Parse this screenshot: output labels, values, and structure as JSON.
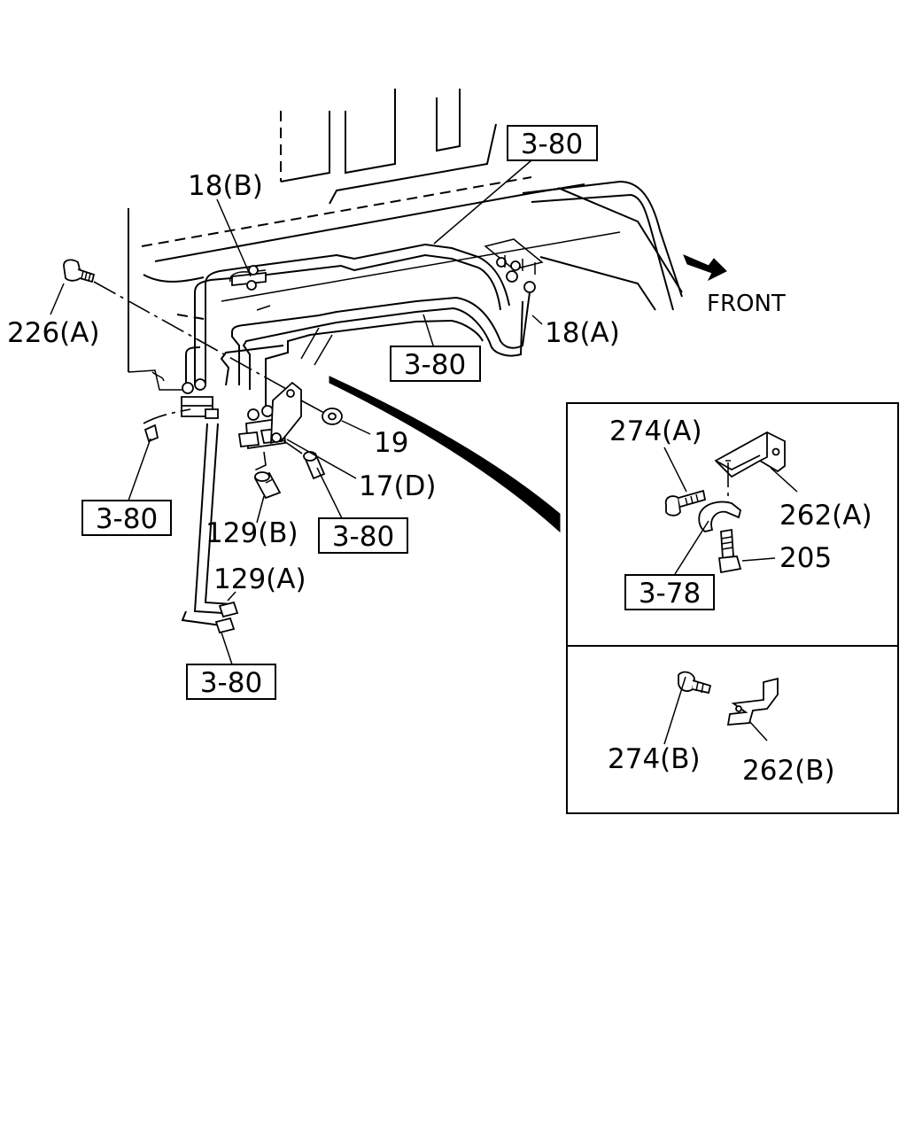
{
  "labels": {
    "l_18b": "18(B)",
    "l_226a": "226(A)",
    "l_18a": "18(A)",
    "l_19": "19",
    "l_17d": "17(D)",
    "l_129b": "129(B)",
    "l_129a": "129(A)",
    "l_front": "FRONT",
    "l_274a": "274(A)",
    "l_262a": "262(A)",
    "l_205": "205",
    "l_274b": "274(B)",
    "l_262b": "262(B)"
  },
  "refs": {
    "r_top": "3-80",
    "r_mid": "3-80",
    "r_left": "3-80",
    "r_center": "3-80",
    "r_bottom": "3-80",
    "r_378": "3-78"
  },
  "icons": {
    "front_arrow": "front-direction-arrow"
  }
}
